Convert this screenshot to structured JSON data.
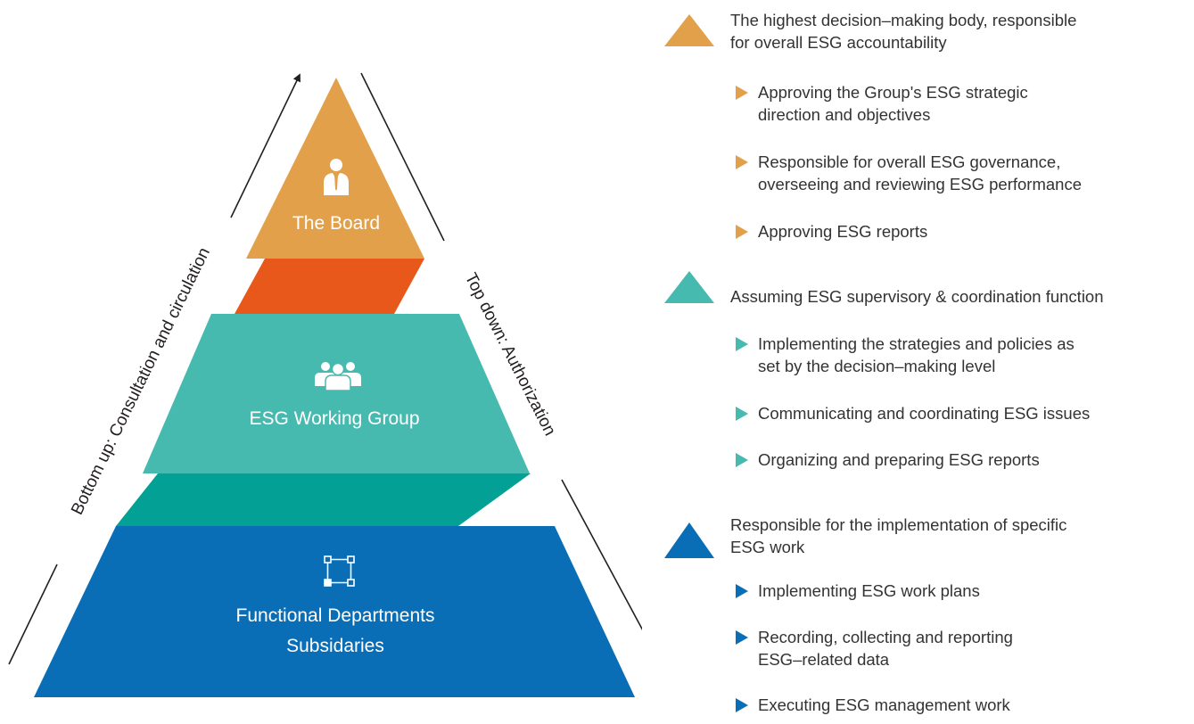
{
  "pyramid": {
    "tiers": [
      {
        "id": "board",
        "label": "The Board",
        "icon": "person-icon",
        "color": "#e3a04a"
      },
      {
        "id": "working",
        "label": "ESG Working Group",
        "icon": "group-icon",
        "color": "#47bab0"
      },
      {
        "id": "departments",
        "label_lines": [
          "Functional Departments",
          "Subsidaries"
        ],
        "icon": "org-structure-icon",
        "color": "#0a6eb7"
      }
    ],
    "connectors": [
      {
        "color": "#e8581a"
      },
      {
        "color": "#03a195"
      }
    ]
  },
  "flows": {
    "up_label": "Bottom up: Consultation and circulation",
    "down_label": "Top down: Authorization"
  },
  "levels": [
    {
      "color": "#e3a04a",
      "description_lines": [
        "The highest decision–making body, responsible",
        "for overall ESG accountability"
      ],
      "bullets": [
        {
          "lines": [
            "Approving the Group's ESG strategic",
            "direction and objectives"
          ]
        },
        {
          "lines": [
            "Responsible for overall ESG governance,",
            "overseeing and reviewing ESG performance"
          ]
        },
        {
          "lines": [
            "Approving ESG reports"
          ]
        }
      ]
    },
    {
      "color": "#47bab0",
      "description_lines": [
        "Assuming ESG supervisory & coordination function"
      ],
      "bullets": [
        {
          "lines": [
            "Implementing the strategies and policies as",
            "set by the decision–making level"
          ]
        },
        {
          "lines": [
            "Communicating and coordinating ESG issues"
          ]
        },
        {
          "lines": [
            "Organizing and preparing ESG reports"
          ]
        }
      ]
    },
    {
      "color": "#0a6eb7",
      "description_lines": [
        "Responsible for the implementation of specific",
        "ESG work"
      ],
      "bullets": [
        {
          "lines": [
            "Implementing ESG work plans"
          ]
        },
        {
          "lines": [
            "Recording, collecting and reporting",
            "ESG–related data"
          ]
        },
        {
          "lines": [
            "Executing ESG management work"
          ]
        }
      ]
    }
  ]
}
